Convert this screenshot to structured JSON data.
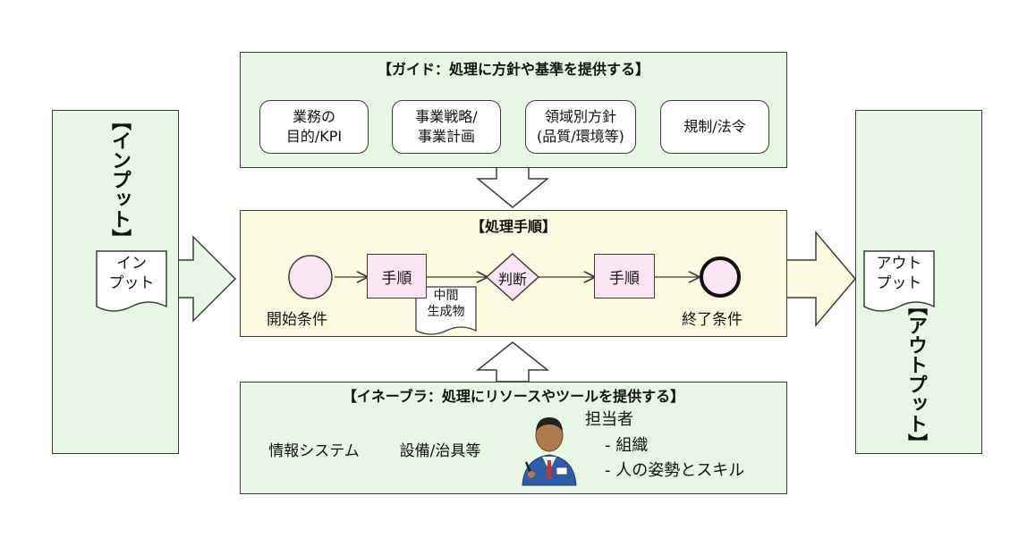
{
  "input": {
    "title": "【インプット】",
    "doc": "イン\nプット"
  },
  "output": {
    "title": "【アウトプット】",
    "doc": "アウト\nプット"
  },
  "guide": {
    "title": "【ガイド：処理に方針や基準を提供する】",
    "items": [
      "業務の\n目的/KPI",
      "事業戦略/\n事業計画",
      "領域別方針\n(品質/環境等)",
      "規制/法令"
    ]
  },
  "process": {
    "title": "【処理手順】",
    "start_label": "開始条件",
    "step1": "手順",
    "intermediate": "中間\n生成物",
    "decision": "判断",
    "step2": "手順",
    "end_label": "終了条件"
  },
  "enabler": {
    "title": "【イネーブラ：処理にリソースやツールを提供する】",
    "system": "情報システム",
    "equipment": "設備/治具等",
    "person_title": "担当者",
    "person_items": [
      "- 組織",
      "- 人の姿勢とスキル"
    ]
  },
  "colors": {
    "green_fill": "#e8f6e6",
    "process_fill": "#fcfbe0",
    "pink_fill": "#f9e6f2",
    "stroke": "#3b3b3b"
  }
}
